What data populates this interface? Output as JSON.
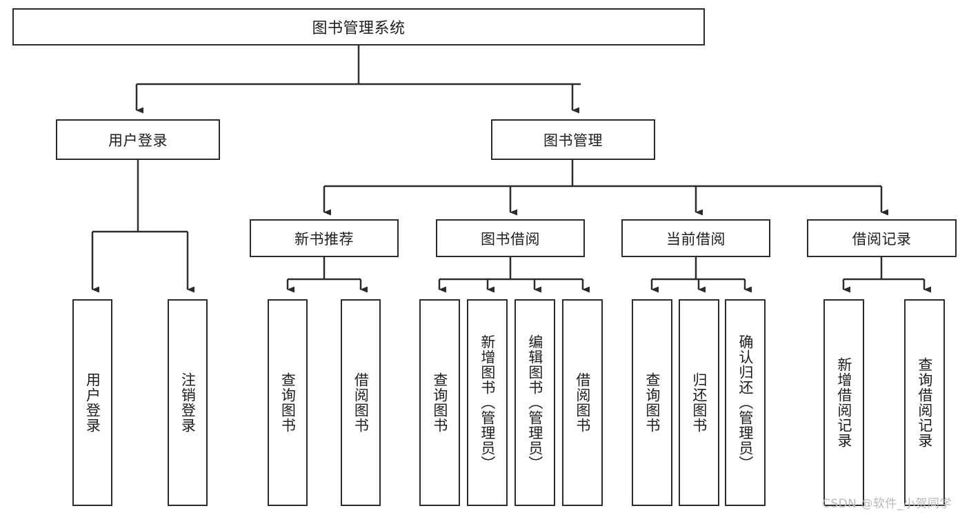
{
  "diagram": {
    "type": "tree-hierarchy-chart",
    "title": "图书管理系统",
    "root": {
      "id": "root",
      "label": "图书管理系统",
      "orientation": "horizontal"
    },
    "level1": [
      {
        "id": "user-login",
        "label": "用户登录",
        "orientation": "horizontal"
      },
      {
        "id": "book-management",
        "label": "图书管理",
        "orientation": "horizontal"
      }
    ],
    "level2": [
      {
        "id": "new-book-recommend",
        "label": "新书推荐",
        "parent": "book-management",
        "orientation": "horizontal"
      },
      {
        "id": "book-borrow",
        "label": "图书借阅",
        "parent": "book-management",
        "orientation": "horizontal"
      },
      {
        "id": "current-borrow",
        "label": "当前借阅",
        "parent": "book-management",
        "orientation": "horizontal"
      },
      {
        "id": "borrow-record",
        "label": "借阅记录",
        "parent": "book-management",
        "orientation": "horizontal"
      }
    ],
    "leaves": [
      {
        "id": "leaf-user-login",
        "label": "用户登录",
        "parent": "user-login",
        "orientation": "vertical"
      },
      {
        "id": "leaf-logout-login",
        "label": "注销登录",
        "parent": "user-login",
        "orientation": "vertical"
      },
      {
        "id": "leaf-query-book-1",
        "label": "查询图书",
        "parent": "new-book-recommend",
        "orientation": "vertical"
      },
      {
        "id": "leaf-borrow-book-1",
        "label": "借阅图书",
        "parent": "new-book-recommend",
        "orientation": "vertical"
      },
      {
        "id": "leaf-query-book-2",
        "label": "查询图书",
        "parent": "book-borrow",
        "orientation": "vertical"
      },
      {
        "id": "leaf-add-book",
        "label": "新增图书（管理员）",
        "parent": "book-borrow",
        "orientation": "vertical"
      },
      {
        "id": "leaf-edit-book",
        "label": "编辑图书（管理员）",
        "parent": "book-borrow",
        "orientation": "vertical"
      },
      {
        "id": "leaf-borrow-book-2",
        "label": "借阅图书",
        "parent": "book-borrow",
        "orientation": "vertical"
      },
      {
        "id": "leaf-query-book-3",
        "label": "查询图书",
        "parent": "current-borrow",
        "orientation": "vertical"
      },
      {
        "id": "leaf-return-book",
        "label": "归还图书",
        "parent": "current-borrow",
        "orientation": "vertical"
      },
      {
        "id": "leaf-confirm-return",
        "label": "确认归还（管理员）",
        "parent": "current-borrow",
        "orientation": "vertical"
      },
      {
        "id": "leaf-add-record",
        "label": "新增借阅记录",
        "parent": "borrow-record",
        "orientation": "vertical"
      },
      {
        "id": "leaf-query-record",
        "label": "查询借阅记录",
        "parent": "borrow-record",
        "orientation": "vertical"
      }
    ],
    "watermark": "CSDN @软件_小贺同学",
    "colors": {
      "stroke": "#2b2b2b",
      "fill": "#ffffff",
      "text": "#1d1d1d",
      "watermark": "#b9b9b9"
    }
  }
}
